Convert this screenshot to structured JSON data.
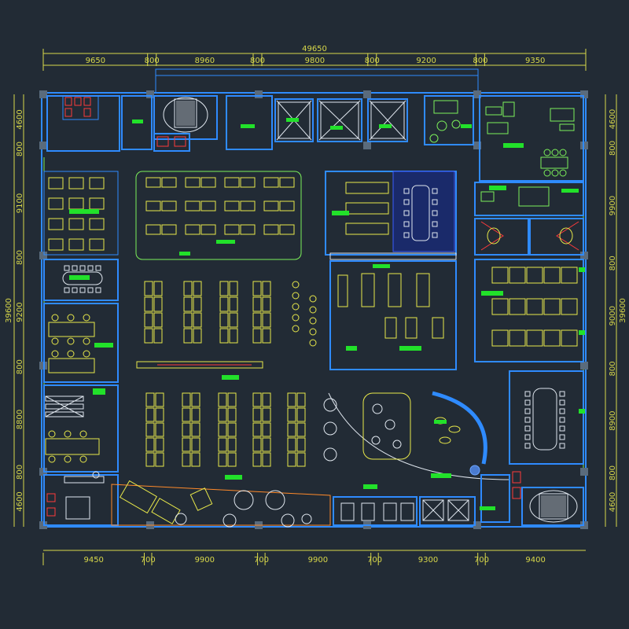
{
  "drawing": {
    "total_width": "49650",
    "total_height": "39600",
    "top_dimensions": [
      "9650",
      "800",
      "8960",
      "800",
      "9800",
      "800",
      "9200",
      "800",
      "9350"
    ],
    "bottom_dimensions": [
      "9450",
      "700",
      "9900",
      "700",
      "9900",
      "700",
      "9300",
      "700",
      "9400"
    ],
    "left_dimensions": [
      "4600",
      "800",
      "9100",
      "800",
      "9200",
      "800",
      "8800",
      "800",
      "4600"
    ],
    "right_dimensions": [
      "4600",
      "800",
      "9900",
      "800",
      "9000",
      "800",
      "8900",
      "800",
      "4600"
    ]
  },
  "colors": {
    "background": "#222b35",
    "wall": "#2f8bff",
    "furniture_green": "#7cf05a",
    "furniture_yellow": "#e8e84a",
    "text_tag": "#22e12a",
    "accent_red": "#ff3b3b",
    "dimension": "#d8d84a"
  }
}
